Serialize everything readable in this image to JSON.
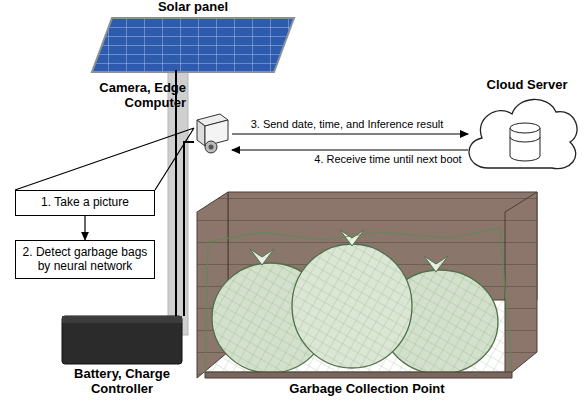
{
  "diagram": {
    "nodes": [
      {
        "text": [
          "Solar panel"
        ]
      },
      {
        "text": [
          "Camera, Edge Computer"
        ]
      },
      {
        "text": [
          "Cloud Server"
        ]
      },
      {
        "text": [
          "1. Take a picture"
        ]
      },
      {
        "text": [
          "2. Detect garbage bags by neural network"
        ]
      },
      {
        "text": [
          "Battery, Charge Controller"
        ]
      },
      {
        "text": [
          "Garbage Collection Point"
        ]
      }
    ],
    "edges": [
      {
        "from": 1,
        "to": 2,
        "label": "3. Send date, time, and Inference result",
        "arrow": "to"
      },
      {
        "from": 2,
        "to": 1,
        "label": "4. Receive time until next boot",
        "arrow": "to"
      },
      {
        "from": 1,
        "to": 3,
        "arrow": "none"
      },
      {
        "from": 3,
        "to": 4,
        "arrow": "to"
      },
      {
        "from": 0,
        "to": 5,
        "arrow": "none"
      },
      {
        "from": 1,
        "to": 5,
        "arrow": "none"
      }
    ]
  }
}
